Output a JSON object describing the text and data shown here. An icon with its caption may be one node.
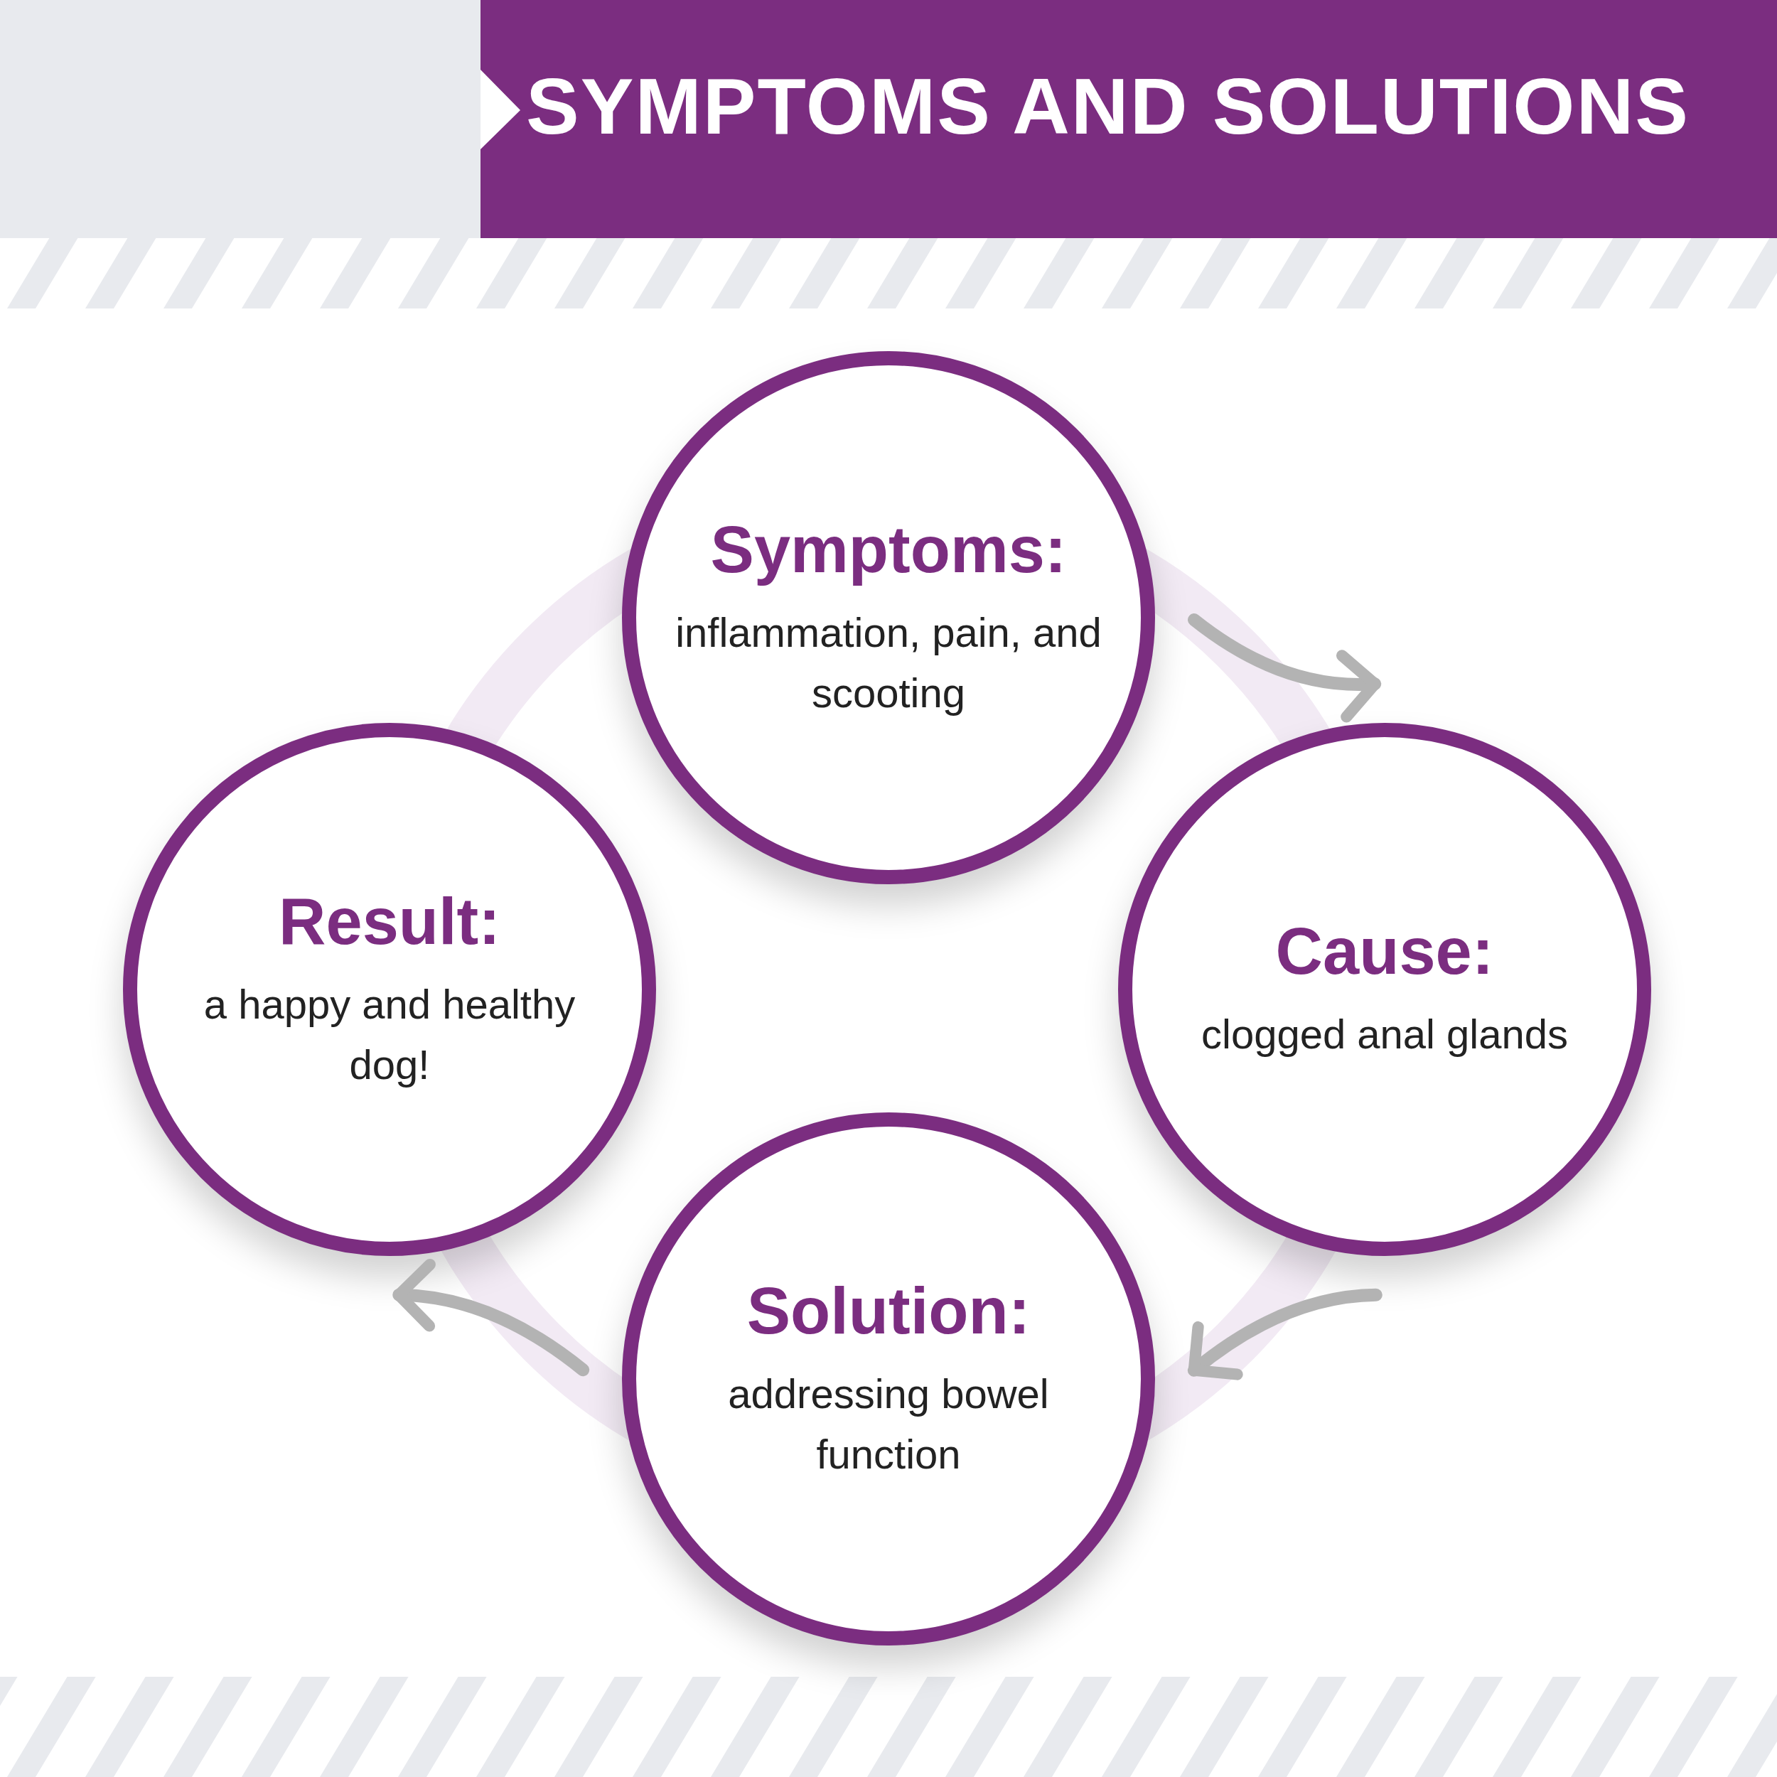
{
  "diagram": {
    "title": "SYMPTOMS AND SOLUTIONS",
    "nodes": [
      {
        "text": [
          "Symptoms:",
          "inflammation, pain, and scooting"
        ]
      },
      {
        "text": [
          "Cause:",
          "clogged anal glands"
        ]
      },
      {
        "text": [
          "Solution:",
          "addressing bowel function"
        ]
      },
      {
        "text": [
          "Result:",
          "a happy and healthy dog!"
        ]
      }
    ],
    "edges": [
      {
        "from": 0,
        "to": 1,
        "arrow": "to"
      },
      {
        "from": 1,
        "to": 2,
        "arrow": "to"
      },
      {
        "from": 2,
        "to": 3,
        "arrow": "to"
      }
    ]
  }
}
